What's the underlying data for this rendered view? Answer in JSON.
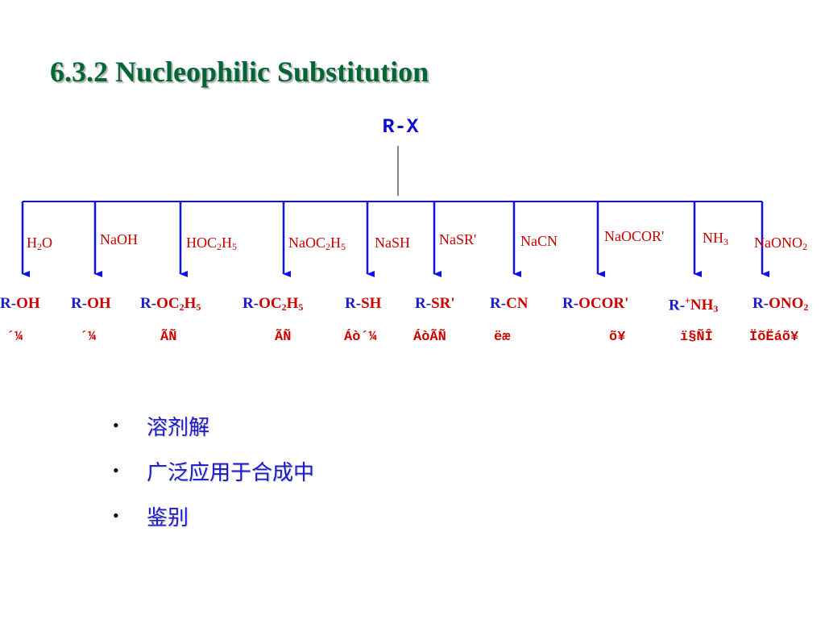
{
  "slide": {
    "title": "6.3.2  Nucleophilic Substitution",
    "substrate": "R-X",
    "colors": {
      "title": "#006633",
      "blue": "#1a1acc",
      "red": "#cc0000"
    }
  },
  "branches": [
    {
      "reagent": "H<sub>2</sub>O",
      "product_r": "R-",
      "product_group": "OH",
      "garbled": "´¼"
    },
    {
      "reagent": "NaOH",
      "product_r": "R-",
      "product_group": "OH",
      "garbled": "´¼"
    },
    {
      "reagent": "HOC<sub>2</sub>H<sub>5</sub>",
      "product_r": "R-",
      "product_group": "OC<sub>2</sub>H<sub>5</sub>",
      "garbled": "ÃÑ"
    },
    {
      "reagent": "NaOC<sub>2</sub>H<sub>5</sub>",
      "product_r": "R-",
      "product_group": "OC<sub>2</sub>H<sub>5</sub>",
      "garbled": "ÃÑ"
    },
    {
      "reagent": "NaSH",
      "product_r": "R-",
      "product_group": "SH",
      "garbled": "Áò´¼"
    },
    {
      "reagent": "NaSR'",
      "product_r": "R-",
      "product_group": "SR'",
      "garbled": "ÁòÃÑ"
    },
    {
      "reagent": "NaCN",
      "product_r": "R-",
      "product_group": "CN",
      "garbled": "ëæ"
    },
    {
      "reagent": "NaOCOR'",
      "product_r": "R-",
      "product_group": "OCOR'",
      "garbled": "õ¥"
    },
    {
      "reagent": "NH<sub>3</sub>",
      "product_r": "R-",
      "product_group": "<sup>+</sup>NH<sub>3</sub>",
      "garbled": "ï§ÑÎ"
    },
    {
      "reagent": "NaONO<sub>2</sub>",
      "product_r": "R-",
      "product_group": "ONO<sub>2</sub>",
      "garbled": "ÏõËáõ¥"
    }
  ],
  "bullets": [
    {
      "icon": "bullet-dot",
      "text": "溶剂解"
    },
    {
      "icon": "bullet-dot",
      "text": "广泛应用于合成中"
    },
    {
      "icon": "bullet-dot",
      "text": "鉴别"
    }
  ]
}
